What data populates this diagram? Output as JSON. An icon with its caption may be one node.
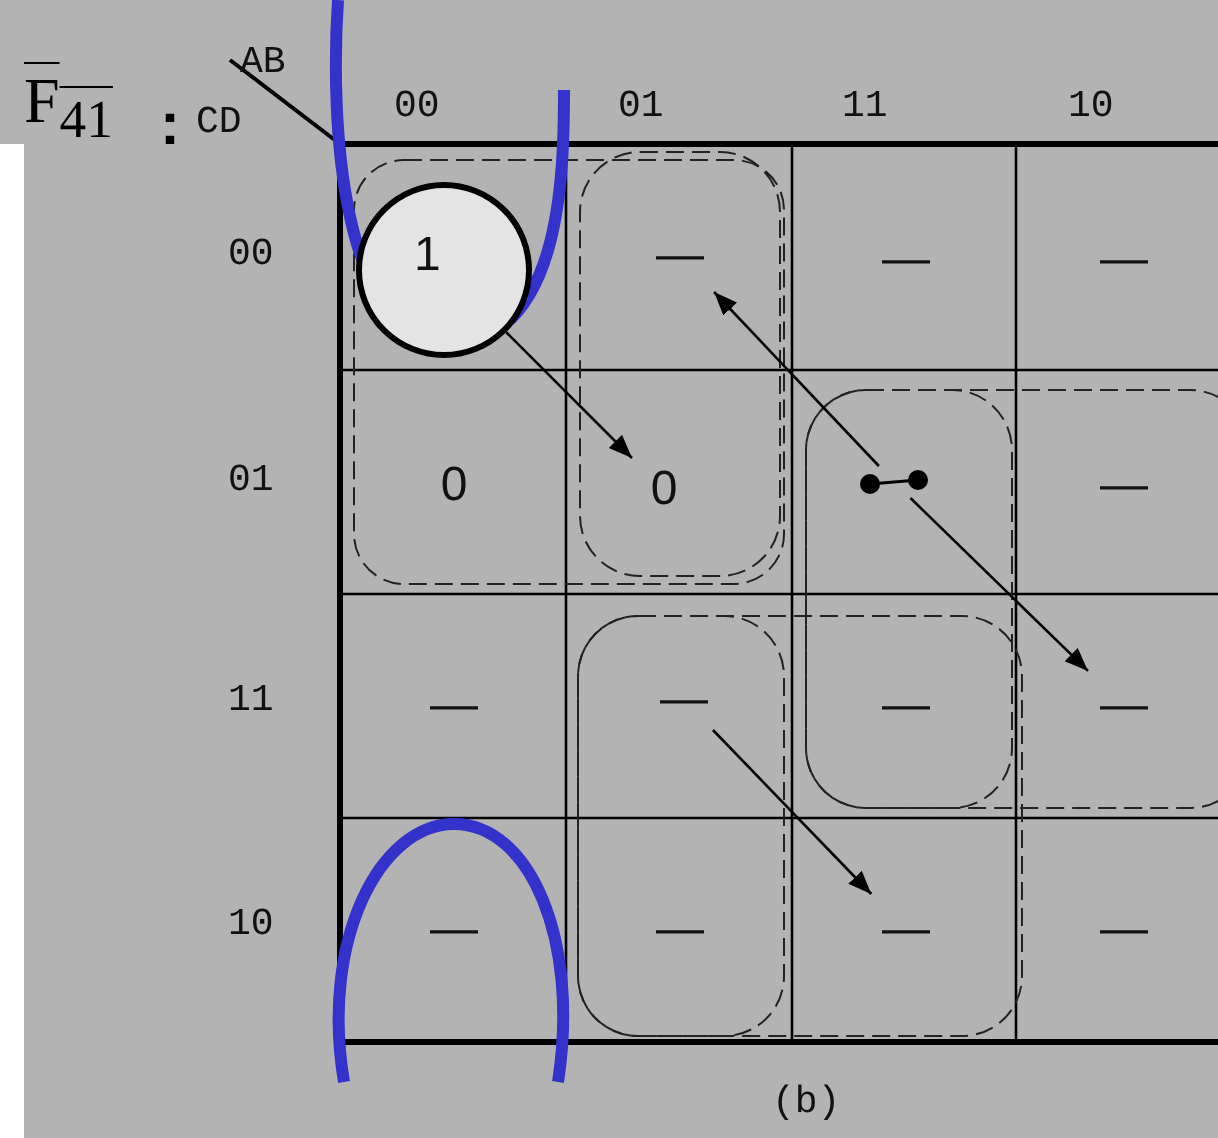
{
  "diagram": {
    "caption": "(b)",
    "nodes": [
      {
        "text": [
          "1"
        ]
      },
      {
        "text": [
          "—"
        ]
      },
      {
        "text": [
          "—"
        ]
      },
      {
        "text": [
          "—"
        ]
      },
      {
        "text": [
          "0"
        ]
      },
      {
        "text": [
          "0"
        ]
      },
      {
        "text": [],
        "shape": "dot"
      },
      {
        "text": [
          "—"
        ]
      },
      {
        "text": [
          "—"
        ]
      },
      {
        "text": [
          "—"
        ]
      },
      {
        "text": [
          "—"
        ]
      },
      {
        "text": [
          "—"
        ]
      },
      {
        "text": [
          "—"
        ]
      },
      {
        "text": [
          "—"
        ]
      },
      {
        "text": [
          "—"
        ]
      },
      {
        "text": [
          "—"
        ]
      }
    ],
    "edges": [
      {
        "from": 0,
        "to": 5,
        "arrow": "to"
      },
      {
        "from": 6,
        "to": 1,
        "arrow": "to"
      },
      {
        "from": 6,
        "to": 11,
        "arrow": "to"
      },
      {
        "from": 9,
        "to": 14,
        "arrow": "to"
      }
    ],
    "labels": [
      "AB",
      "00",
      "01",
      "11",
      "10",
      "F$_{41}$",
      ":",
      "CD",
      "00",
      "01",
      "11",
      "10"
    ]
  }
}
